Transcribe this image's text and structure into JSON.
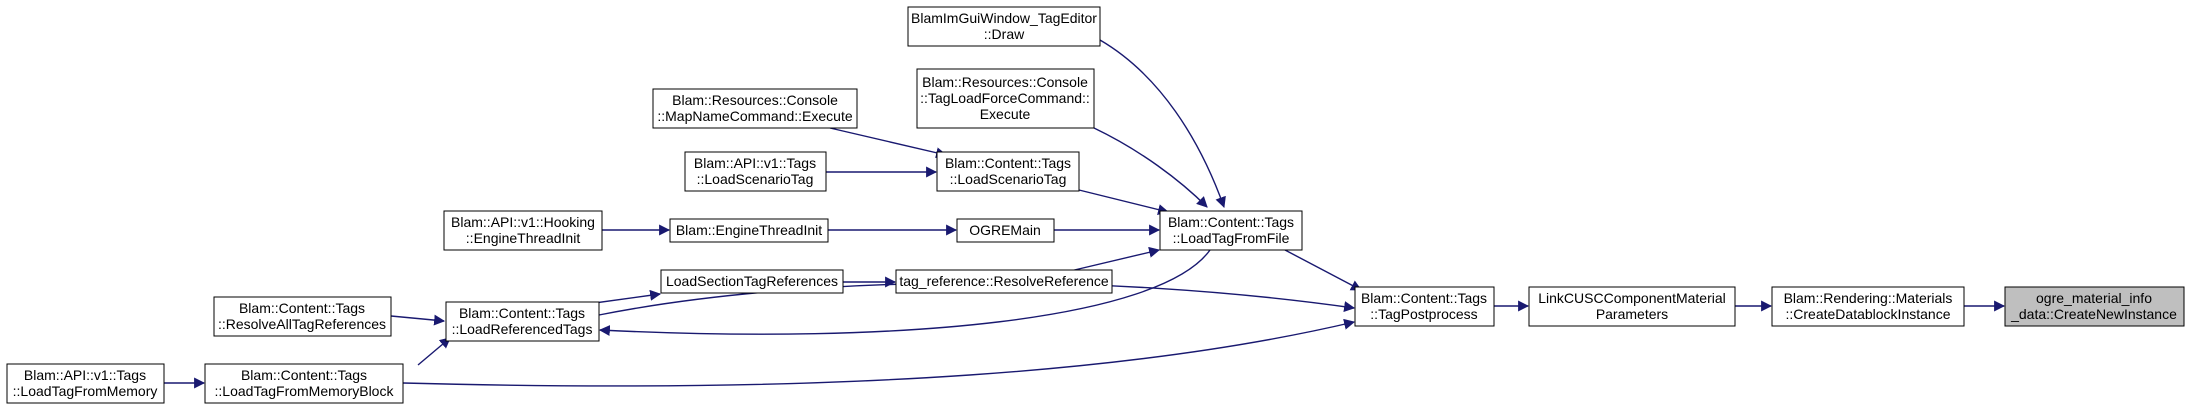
{
  "nodes": {
    "tageditor_draw": [
      "BlamImGuiWindow_TagEditor",
      "::Draw"
    ],
    "tagloadforce_execute": [
      "Blam::Resources::Console",
      "::TagLoadForceCommand::",
      "Execute"
    ],
    "mapname_execute": [
      "Blam::Resources::Console",
      "::MapNameCommand::Execute"
    ],
    "api_loadscenariotag": [
      "Blam::API::v1::Tags",
      "::LoadScenarioTag"
    ],
    "content_loadscenariotag": [
      "Blam::Content::Tags",
      "::LoadScenarioTag"
    ],
    "api_enginethreadinit": [
      "Blam::API::v1::Hooking",
      "::EngineThreadInit"
    ],
    "blam_enginethreadinit": [
      "Blam::EngineThreadInit"
    ],
    "ogremain": [
      "OGREMain"
    ],
    "loadtagfromfile": [
      "Blam::Content::Tags",
      "::LoadTagFromFile"
    ],
    "loadsectiontagreferences": [
      "LoadSectionTagReferences"
    ],
    "resolvereference": [
      "tag_reference::ResolveReference"
    ],
    "resolvealltagreferences": [
      "Blam::Content::Tags",
      "::ResolveAllTagReferences"
    ],
    "loadreferencedtags": [
      "Blam::Content::Tags",
      "::LoadReferencedTags"
    ],
    "tagpostprocess": [
      "Blam::Content::Tags",
      "::TagPostprocess"
    ],
    "linkcusc": [
      "LinkCUSCComponentMaterial",
      "Parameters"
    ],
    "createdatablockinstance": [
      "Blam::Rendering::Materials",
      "::CreateDatablockInstance"
    ],
    "createnewinstance": [
      "ogre_material_info",
      "_data::CreateNewInstance"
    ],
    "api_loadtagfrommemory": [
      "Blam::API::v1::Tags",
      "::LoadTagFromMemory"
    ],
    "loadtagfrommemoryblock": [
      "Blam::Content::Tags",
      "::LoadTagFromMemoryBlock"
    ]
  },
  "colors": {
    "edge": "#191970",
    "node_border": "#000000",
    "highlight_fill": "#bfbfbf"
  }
}
